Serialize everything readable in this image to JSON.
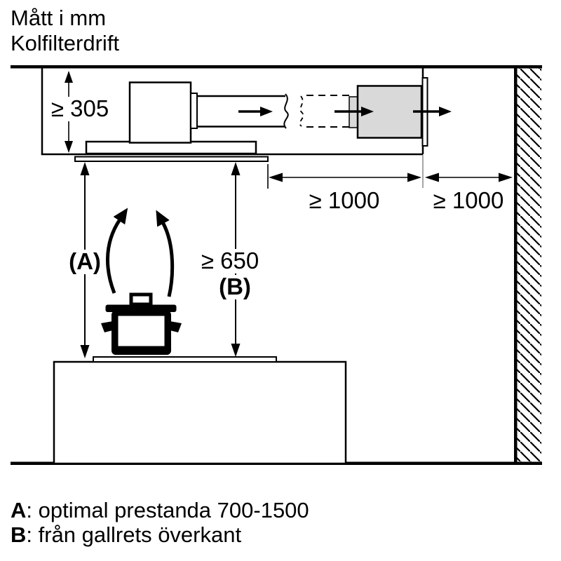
{
  "header": {
    "line1": "Mått i mm",
    "line2": "Kolfilterdrift"
  },
  "diagram": {
    "dim_ceiling_height": "≥ 305",
    "dim_duct_clearance": "≥ 1000",
    "dim_wall_clearance": "≥ 1000",
    "dim_a_label": "(A)",
    "dim_b_value": "≥ 650",
    "dim_b_label": "(B)",
    "icons": {
      "hood": "ceiling-hood-side-view",
      "duct": "exhaust-duct-with-break",
      "filter_box": "recirculation-filter-box",
      "wall": "hatched-wall-section",
      "pot": "cooking-pot",
      "steam": "rising-steam-arrows",
      "airflow": "airflow-direction-arrows"
    },
    "colors": {
      "line": "#000000",
      "filter_box_fill": "#d9d9d9",
      "background": "#ffffff"
    }
  },
  "legend": {
    "a_key": "A",
    "a_text": ": optimal prestanda 700-1500",
    "b_key": "B",
    "b_text": ": från gallrets överkant"
  }
}
